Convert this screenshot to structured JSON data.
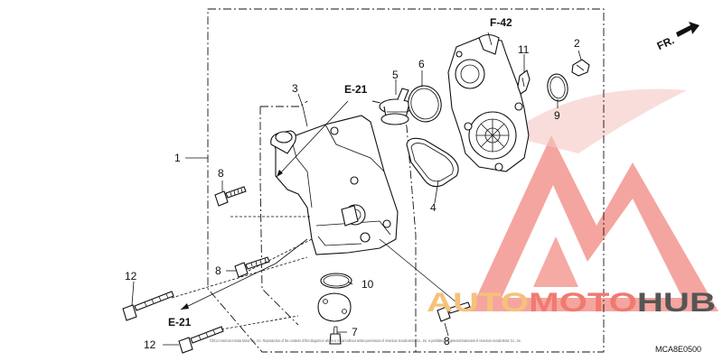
{
  "diagram": {
    "callouts": {
      "c1": "1",
      "c2": "2",
      "c3": "3",
      "c4": "4",
      "c5": "5",
      "c6": "6",
      "c7": "7",
      "c8a": "8",
      "c8b": "8",
      "c8c": "8",
      "c9": "9",
      "c10": "10",
      "c11": "11",
      "c12a": "12",
      "c12b": "12"
    },
    "refs": {
      "e21_top": "E-21",
      "e21_bottom": "E-21",
      "f42": "F-42"
    },
    "direction_label": "FR.",
    "diagram_code": "MCA8E0500",
    "copyright": "©2014 American Honda Motor Co., Inc. Reproduction of the contents of this diagram in whole or in part without written permission of American Honda Motor Co., Inc. is prohibited. Registered trademark of American Honda Motor Co., Inc."
  },
  "watermark": {
    "text_part1": "AUTO",
    "text_part2": "MOTO",
    "text_part3": "HUB",
    "color_light": "#f6c27a",
    "color_red": "#f07a70",
    "color_dark": "#555555"
  }
}
